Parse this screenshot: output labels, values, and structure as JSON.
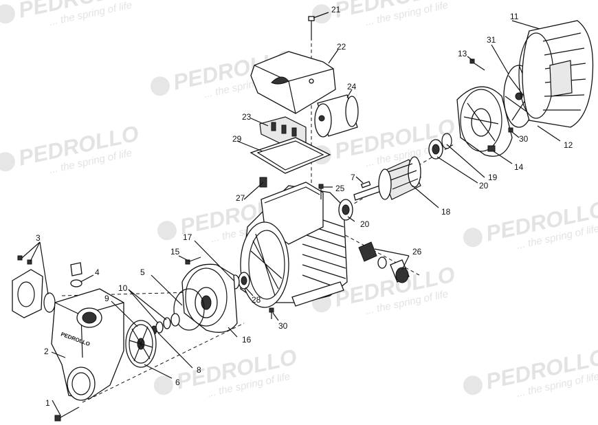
{
  "watermark": {
    "brand": "PEDROLLO",
    "tagline": "... the spring of life"
  },
  "parts": [
    {
      "id": "p1",
      "label": "1"
    },
    {
      "id": "p2",
      "label": "2"
    },
    {
      "id": "p3",
      "label": "3"
    },
    {
      "id": "p4",
      "label": "4"
    },
    {
      "id": "p5",
      "label": "5"
    },
    {
      "id": "p6",
      "label": "6"
    },
    {
      "id": "p7",
      "label": "7"
    },
    {
      "id": "p8",
      "label": "8"
    },
    {
      "id": "p9",
      "label": "9"
    },
    {
      "id": "p10",
      "label": "10"
    },
    {
      "id": "p11",
      "label": "11"
    },
    {
      "id": "p12",
      "label": "12"
    },
    {
      "id": "p13",
      "label": "13"
    },
    {
      "id": "p14",
      "label": "14"
    },
    {
      "id": "p15",
      "label": "15"
    },
    {
      "id": "p16",
      "label": "16"
    },
    {
      "id": "p17",
      "label": "17"
    },
    {
      "id": "p18",
      "label": "18"
    },
    {
      "id": "p19",
      "label": "19"
    },
    {
      "id": "p20a",
      "label": "20"
    },
    {
      "id": "p20b",
      "label": "20"
    },
    {
      "id": "p21",
      "label": "21"
    },
    {
      "id": "p22",
      "label": "22"
    },
    {
      "id": "p23",
      "label": "23"
    },
    {
      "id": "p24",
      "label": "24"
    },
    {
      "id": "p25",
      "label": "25"
    },
    {
      "id": "p26",
      "label": "26"
    },
    {
      "id": "p27",
      "label": "27"
    },
    {
      "id": "p28",
      "label": "28"
    },
    {
      "id": "p29",
      "label": "29"
    },
    {
      "id": "p30a",
      "label": "30"
    },
    {
      "id": "p30b",
      "label": "30"
    },
    {
      "id": "p31",
      "label": "31"
    }
  ]
}
